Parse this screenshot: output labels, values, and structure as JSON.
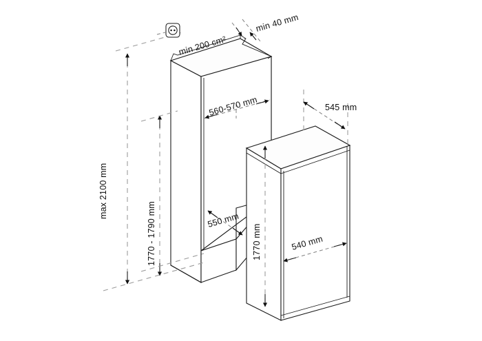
{
  "drawing": {
    "title": "built-in refrigerator installation dimensions",
    "background_color": "#ffffff",
    "line_color": "#1a1a1a",
    "dash_color": "#9a9a9a"
  },
  "icons": {
    "power_socket": "power-socket-icon"
  },
  "dimensions": {
    "ventilation_area": "min 200 cm²",
    "top_gap": "min 40 mm",
    "niche_width": "560-570 mm",
    "niche_depth": "550 mm",
    "max_height": "max 2100 mm",
    "niche_height_range": "1770 - 1790 mm",
    "appliance_depth": "545 mm",
    "appliance_height": "1770 mm",
    "appliance_width": "540 mm"
  }
}
